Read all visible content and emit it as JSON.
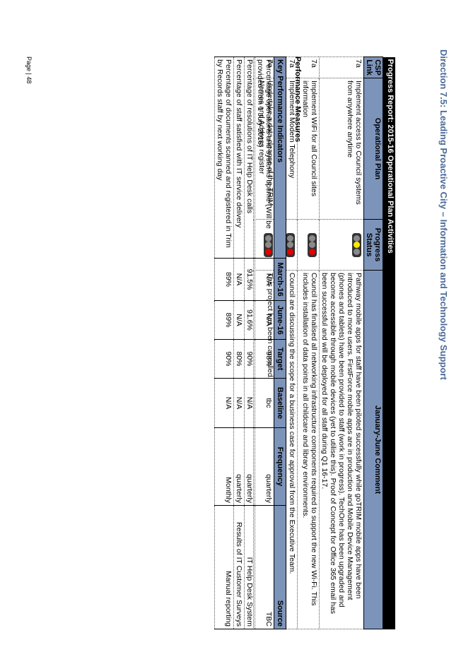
{
  "title": "Direction 7.5: Leading Proactive City – Information and Technology Support",
  "progress": {
    "banner": "Progress Report: 2015-16 Operational Plan Activities",
    "headers": {
      "csp": "CSP Link",
      "plan": "Operational Plan",
      "status": "Progress Status",
      "comment": "January-June Comment"
    },
    "rows": [
      {
        "csp": "7a",
        "plan": "Implement access to Council systems from anywhere anytime",
        "status": "yellow",
        "comment": "Pathway mobile apps for staff have been piloted successfully while goTRIM mobile apps have been introduced to more users. FirstForce mobile apps are in production and Mobile Device Management (phones and tablets) have been provided to staff (work in progress). TechOne has been upgraded and become accessible through mobile devices (yet to utilise this). Proof of Concept for Office 365 email has been successful and will be deployed for all staff during Q1 16-17."
      },
      {
        "csp": "7a",
        "plan": "Implement WiFi for all Council sites information",
        "status": "red",
        "comment": "Council has finalised all networking infrastructure components required to support the new Wi-Fi. This includes installation of data points in all childcare and library environments."
      },
      {
        "csp": "7a",
        "plan": "Implement Modern Telephony",
        "status": "red",
        "comment": "Council are discussing the scope for a business case for approval from the Executive Team."
      },
      {
        "csp": "7a",
        "plan": "Undertake a data cleanse of the TRIM Names and Address register",
        "status": "red",
        "comment": "This project has been cancelled."
      }
    ]
  },
  "kpi": {
    "heading": "Performance Measures",
    "headers": {
      "kpi": "Key Performance Indicators",
      "m16": "March-16",
      "j16": "June-16",
      "target": "Target",
      "baseline": "Baseline",
      "frequency": "Frequency",
      "source": "Source"
    },
    "rows": [
      {
        "kpi": "Percentage operations and systems uptime (Will be provided from 1 July 2016)",
        "m16": "N/A",
        "j16": "N/A",
        "target": "98%",
        "baseline": "tbc",
        "frequency": "quarterly",
        "source": "TBC"
      },
      {
        "kpi": "Percentage of resolutions of IT Help Desk calls",
        "m16": "91.5%",
        "j16": "91.6%",
        "target": "90%",
        "baseline": "N/A",
        "frequency": "quarterly",
        "source": "IT Help Desk System"
      },
      {
        "kpi": "Percentage of staff satisfied with IT service delivery",
        "m16": "N/A",
        "j16": "N/A",
        "target": "80%",
        "baseline": "N/A",
        "frequency": "quarterly",
        "source": "Results of IT Customer Surveys"
      },
      {
        "kpi": "Percentage of documents scanned and registered in Trim by Records staff by next working day",
        "m16": "89%",
        "j16": "89%",
        "target": "90%",
        "baseline": "N/A",
        "frequency": "Monthly",
        "source": "Manual reporting"
      }
    ]
  },
  "footer": "Page | 48"
}
